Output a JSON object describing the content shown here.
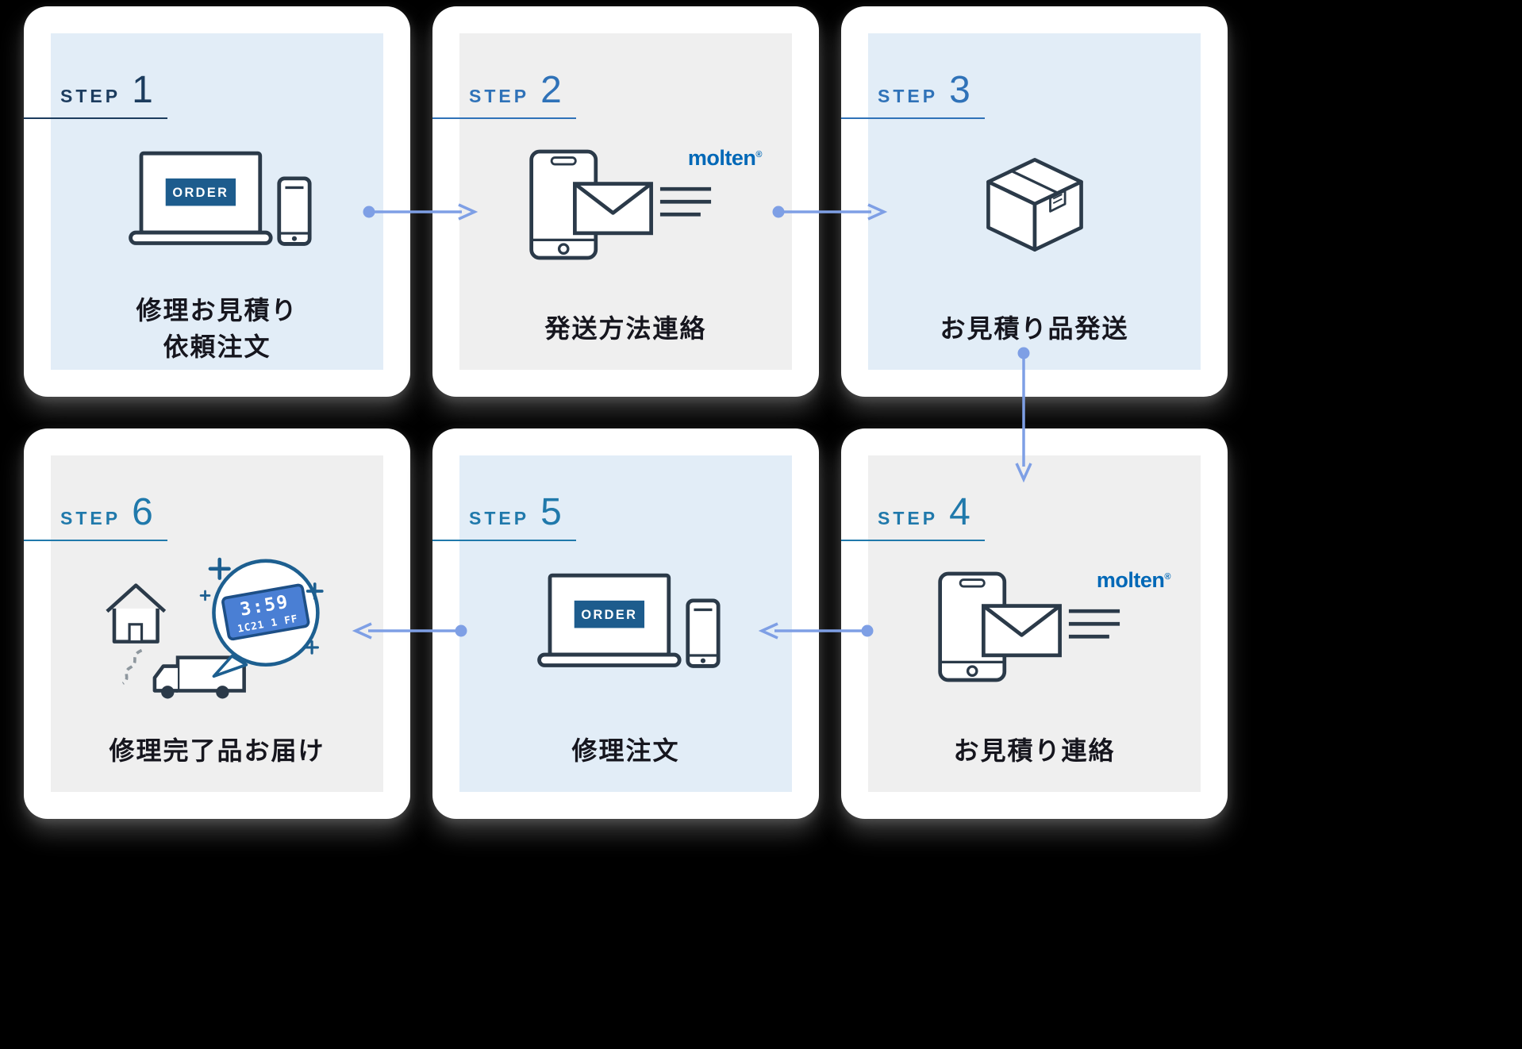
{
  "colors": {
    "background": "#000000",
    "card": "#ffffff",
    "panel_blue": "#e2edf7",
    "panel_gray": "#efefef",
    "arrow": "#7e9fe5",
    "brand_blue": "#0068b7",
    "order_button_bg": "#1d5c8d",
    "title_text": "#16161e",
    "scoreboard_blue": "#4a7fd4",
    "circle_navy": "#1d5f90"
  },
  "brand": {
    "name": "molten",
    "reg": "®"
  },
  "order_button_label": "ORDER",
  "scoreboard": {
    "line1": "3:59",
    "line2": "1C21 1 FF"
  },
  "steps": [
    {
      "label": "STEP",
      "number": "1",
      "accent": "#1c3c5e",
      "title_lines": [
        "修理お見積り",
        "依頼注文"
      ]
    },
    {
      "label": "STEP",
      "number": "2",
      "accent": "#2f72b8",
      "title_lines": [
        "発送方法連絡"
      ]
    },
    {
      "label": "STEP",
      "number": "3",
      "accent": "#2f72b8",
      "title_lines": [
        "お見積り品発送"
      ]
    },
    {
      "label": "STEP",
      "number": "4",
      "accent": "#2079ab",
      "title_lines": [
        "お見積り連絡"
      ]
    },
    {
      "label": "STEP",
      "number": "5",
      "accent": "#2079ab",
      "title_lines": [
        "修理注文"
      ]
    },
    {
      "label": "STEP",
      "number": "6",
      "accent": "#2079ab",
      "title_lines": [
        "修理完了品お届け"
      ]
    }
  ]
}
